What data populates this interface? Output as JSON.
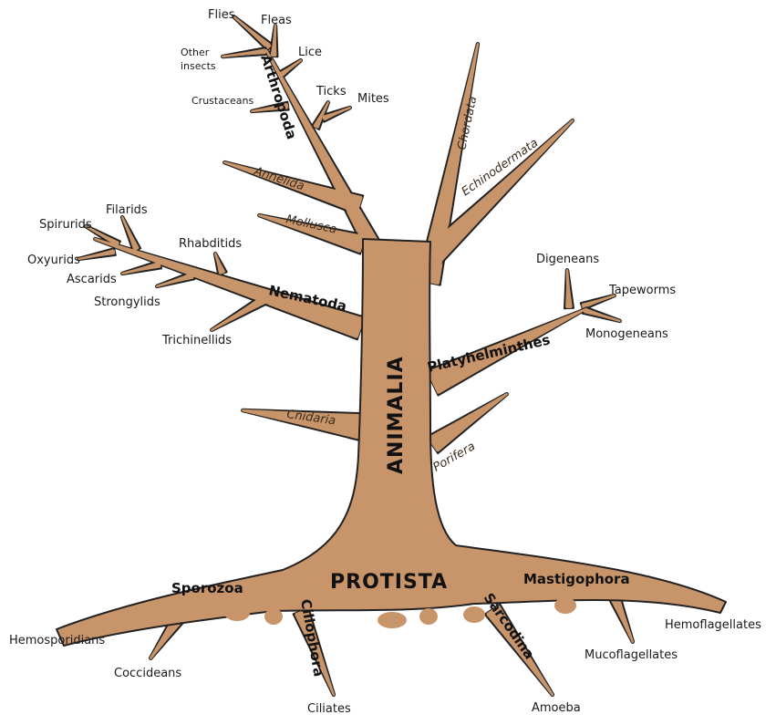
{
  "kingdoms": {
    "animalia": "ANIMALIA",
    "protista": "PROTISTA"
  },
  "phyla": {
    "arthropoda": "Arthropoda",
    "nematoda": "Nematoda",
    "platyhelminthes": "Platyhelminthes",
    "sporozoa": "Sporozoa",
    "mastigophora": "Mastigophora",
    "ciliophora": "Ciliophora",
    "sarcodina": "Sarcodina"
  },
  "branch_labels": {
    "chordata": "Chordata",
    "echinodermata": "Echinodermata",
    "annelida": "Annelida",
    "mollusca": "Mollusca",
    "cnidaria": "Cnidaria",
    "porifera": "Porifera"
  },
  "leaves": {
    "flies": "Flies",
    "fleas": "Fleas",
    "lice": "Lice",
    "other_insects_1": "Other",
    "other_insects_2": "insects",
    "crustaceans": "Crustaceans",
    "ticks": "Ticks",
    "mites": "Mites",
    "filarids": "Filarids",
    "spirurids": "Spirurids",
    "oxyurids": "Oxyurids",
    "ascarids": "Ascarids",
    "strongylids": "Strongylids",
    "rhabditids": "Rhabditids",
    "trichinellids": "Trichinellids",
    "digeneans": "Digeneans",
    "tapeworms": "Tapeworms",
    "monogeneans": "Monogeneans",
    "hemosporidians": "Hemosporidians",
    "coccideans": "Coccideans",
    "ciliates": "Ciliates",
    "amoeba": "Amoeba",
    "mucoflagellates": "Mucoflagellates",
    "hemoflagellates": "Hemoflagellates"
  },
  "colors": {
    "bark": "#c8956b",
    "outline": "#222222"
  }
}
